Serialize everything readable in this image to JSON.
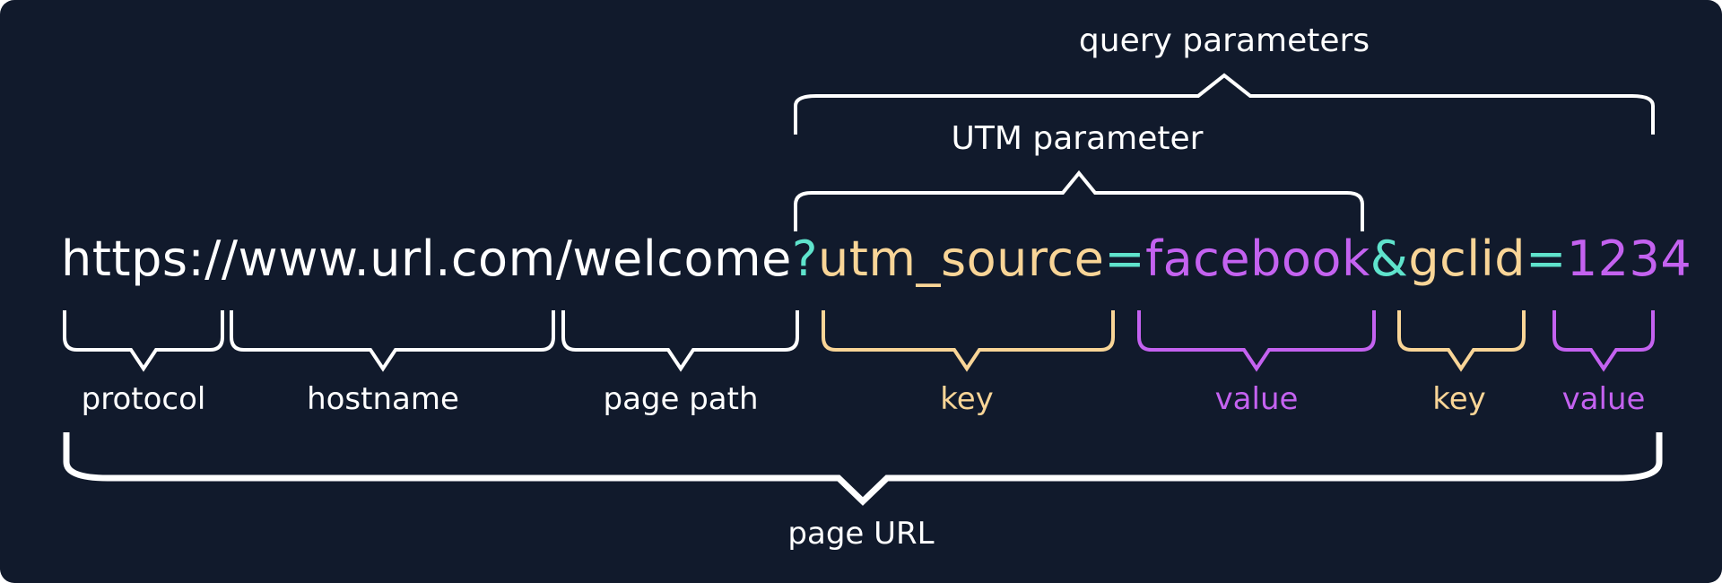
{
  "colors": {
    "background": "#111a2c",
    "text": "#ffffff",
    "key": "#f9d597",
    "value": "#c462f0",
    "separator": "#5fe3cc"
  },
  "url": {
    "base": "https://www.url.com/welcome",
    "question_mark": "?",
    "key1": "utm_source",
    "equals1": "=",
    "value1": "facebook",
    "ampersand": "&",
    "key2": "gclid",
    "equals2": "=",
    "value2": "1234"
  },
  "labels": {
    "query_parameters": "query parameters",
    "utm_parameter": "UTM parameter",
    "protocol": "protocol",
    "hostname": "hostname",
    "page_path": "page path",
    "key1": "key",
    "value1": "value",
    "key2": "key",
    "value2": "value",
    "page_url": "page URL"
  }
}
